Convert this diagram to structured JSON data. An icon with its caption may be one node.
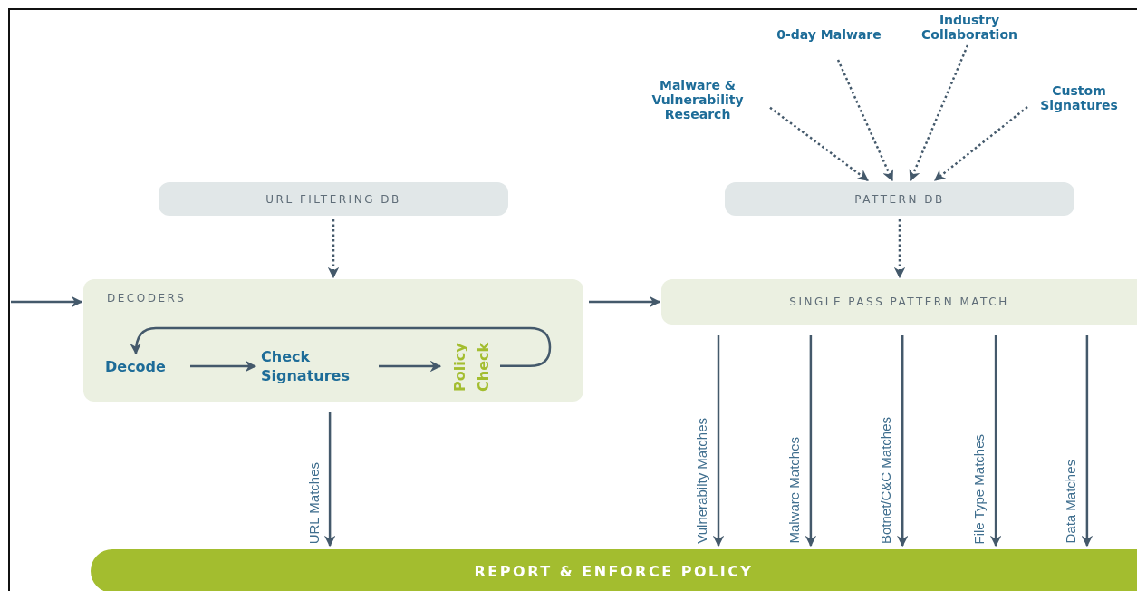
{
  "diagram": {
    "nodes": [
      {
        "text": [
          "Malware & Vulnerability Research"
        ]
      },
      {
        "text": [
          "0-day Malware"
        ]
      },
      {
        "text": [
          "Industry Collaboration"
        ]
      },
      {
        "text": [
          "Custom Signatures"
        ]
      },
      {
        "text": [
          "URL FILTERING DB"
        ]
      },
      {
        "text": [
          "PATTERN DB"
        ]
      },
      {
        "text": [
          "DECODERS"
        ]
      },
      {
        "text": [
          "Decode"
        ],
        "in": 6
      },
      {
        "text": [
          "Check Signatures"
        ],
        "in": 6
      },
      {
        "text": [
          "Policy Check"
        ],
        "in": 6
      },
      {
        "text": [
          "SINGLE PASS PATTERN MATCH"
        ]
      },
      {
        "text": [
          "REPORT & ENFORCE POLICY"
        ]
      }
    ],
    "edges": [
      {
        "from": 0,
        "to": 5,
        "arrow": "to",
        "style": "dashed"
      },
      {
        "from": 1,
        "to": 5,
        "arrow": "to",
        "style": "dashed"
      },
      {
        "from": 2,
        "to": 5,
        "arrow": "to",
        "style": "dashed"
      },
      {
        "from": 3,
        "to": 5,
        "arrow": "to",
        "style": "dashed"
      },
      {
        "from": 4,
        "to": 6,
        "arrow": "to",
        "style": "dashed"
      },
      {
        "from": 5,
        "to": 10,
        "arrow": "to",
        "style": "dashed"
      },
      {
        "from": null,
        "to": 6,
        "arrow": "to"
      },
      {
        "from": 6,
        "to": 10,
        "arrow": "to"
      },
      {
        "from": 7,
        "to": 8,
        "arrow": "to"
      },
      {
        "from": 8,
        "to": 9,
        "arrow": "to"
      },
      {
        "from": 9,
        "to": 7,
        "arrow": "to"
      },
      {
        "from": 6,
        "to": 11,
        "arrow": "to",
        "label": "URL Matches"
      },
      {
        "from": 10,
        "to": 11,
        "arrow": "to",
        "label": "Vulnerabilty Matches"
      },
      {
        "from": 10,
        "to": 11,
        "arrow": "to",
        "label": "Malware Matches"
      },
      {
        "from": 10,
        "to": 11,
        "arrow": "to",
        "label": "Botnet/C&C Matches"
      },
      {
        "from": 10,
        "to": 11,
        "arrow": "to",
        "label": "File Type Matches"
      },
      {
        "from": 10,
        "to": 11,
        "arrow": "to",
        "label": "Data Matches"
      }
    ]
  }
}
